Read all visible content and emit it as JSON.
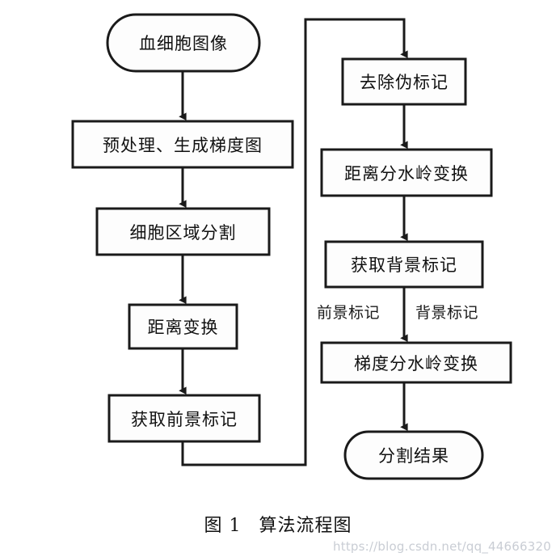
{
  "figure": {
    "caption_number": "图 1",
    "caption_title": "算法流程图",
    "watermark": "https://blog.csdn.net/qq_44666320",
    "stroke_color": "#1a1a1a",
    "fill_color": "#fdfdfd",
    "text_color": "#111111"
  },
  "diagram_data": {
    "type": "flowchart",
    "orientation": "two-column, top-to-bottom with feedback loop",
    "nodes": [
      {
        "id": "start",
        "shape": "rounded-rect",
        "label": "血细胞图像",
        "column": "left"
      },
      {
        "id": "preprocess",
        "shape": "rect",
        "label": "预处理、生成梯度图",
        "column": "left"
      },
      {
        "id": "cell_region",
        "shape": "rect",
        "label": "细胞区域分割",
        "column": "left"
      },
      {
        "id": "distance_tf",
        "shape": "rect",
        "label": "距离变换",
        "column": "left"
      },
      {
        "id": "get_foreground",
        "shape": "rect",
        "label": "获取前景标记",
        "column": "left"
      },
      {
        "id": "remove_false",
        "shape": "rect",
        "label": "去除伪标记",
        "column": "right"
      },
      {
        "id": "dist_watershed",
        "shape": "rect",
        "label": "距离分水岭变换",
        "column": "right"
      },
      {
        "id": "get_background",
        "shape": "rect",
        "label": "获取背景标记",
        "column": "right"
      },
      {
        "id": "grad_watershed",
        "shape": "rect",
        "label": "梯度分水岭变换",
        "column": "right"
      },
      {
        "id": "result",
        "shape": "rounded-rect",
        "label": "分割结果",
        "column": "right"
      }
    ],
    "edge_labels": [
      {
        "id": "foreground_marker",
        "label": "前景标记"
      },
      {
        "id": "background_marker",
        "label": "背景标记"
      }
    ],
    "edges": [
      {
        "from": "start",
        "to": "preprocess",
        "arrow": true
      },
      {
        "from": "preprocess",
        "to": "cell_region",
        "arrow": true
      },
      {
        "from": "cell_region",
        "to": "distance_tf",
        "arrow": true
      },
      {
        "from": "distance_tf",
        "to": "get_foreground",
        "arrow": true
      },
      {
        "from": "get_foreground",
        "to": "remove_false",
        "arrow": true,
        "routing": "down-right-up-right (feedback loop)"
      },
      {
        "from": "remove_false",
        "to": "dist_watershed",
        "arrow": true
      },
      {
        "from": "dist_watershed",
        "to": "get_background",
        "arrow": true
      },
      {
        "from": "get_background",
        "to": "grad_watershed",
        "arrow": true,
        "label": "前景标记 / 背景标记"
      },
      {
        "from": "grad_watershed",
        "to": "result",
        "arrow": true
      }
    ]
  }
}
